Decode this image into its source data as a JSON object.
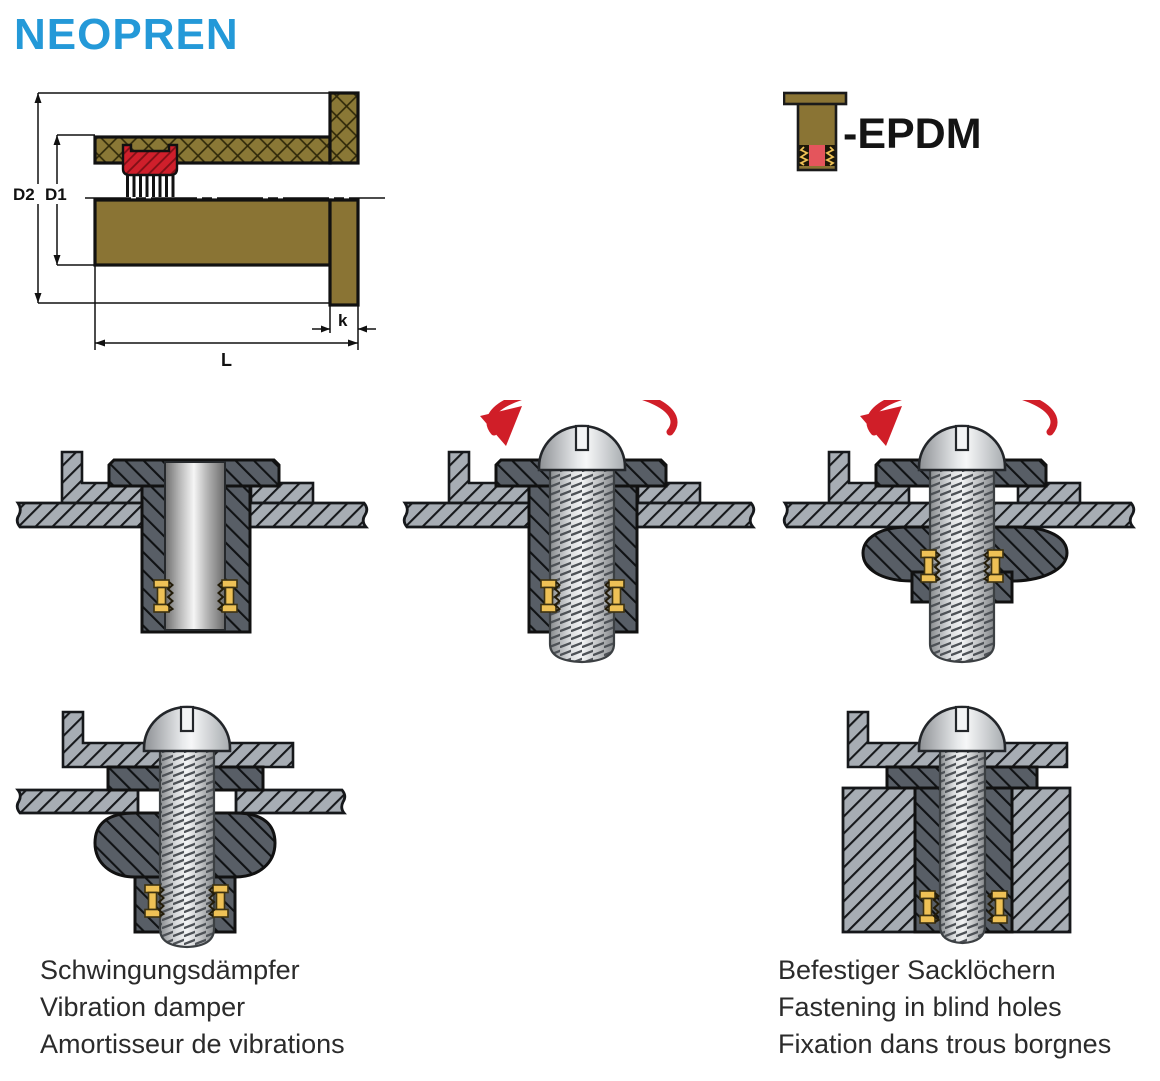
{
  "title": "NEOPREN",
  "material": {
    "label": "-EPDM"
  },
  "drawing": {
    "dim_d2": "D2",
    "dim_d1": "D1",
    "dim_k": "k",
    "dim_l": "L"
  },
  "captions": {
    "left": {
      "line1": "Schwingungsdämpfer",
      "line2": "Vibration damper",
      "line3": "Amortisseur de vibrations"
    },
    "right": {
      "line1": "Befestiger Sacklöchern",
      "line2": "Fastening in blind holes",
      "line3": "Fixation dans trous borgnes"
    }
  },
  "colors": {
    "accent_blue": "#2499d8",
    "body_olive": "#8a7434",
    "highlight_red": "#d01e28",
    "insert_gold": "#eec156",
    "rubber_gray": "#585e66",
    "panel_gray": "#a7adb4"
  }
}
